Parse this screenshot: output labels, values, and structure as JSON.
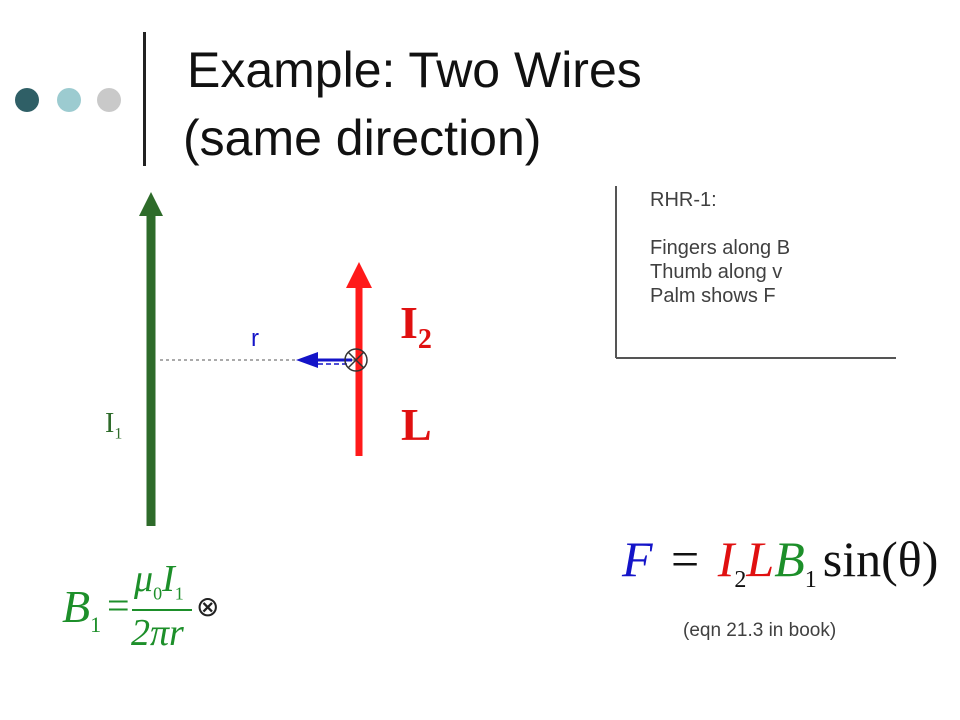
{
  "slide": {
    "title_line1": "Example: Two Wires",
    "title_line2": "(same direction)"
  },
  "labels": {
    "r": "r",
    "wire1_current": "I",
    "wire1_sub": "1",
    "wire2_current": "I",
    "wire2_sub": "2",
    "wire2_length": "L",
    "cross_symbol": "⊗"
  },
  "rhr": {
    "heading": "RHR-1:",
    "line1": "Fingers along B",
    "line2": "Thumb along v",
    "line3": "Palm shows F"
  },
  "equations": {
    "field": {
      "B": "B",
      "B_sub": "1",
      "eq": "=",
      "num_mu": "μ",
      "num_mu_sub": "0",
      "num_I": "I",
      "num_I_sub": "1",
      "den": "2πr",
      "cross": "⊗"
    },
    "force": {
      "F": "F",
      "eq": "=",
      "I": "I",
      "I_sub": "2",
      "L": "L",
      "B": "B",
      "B_sub": "1",
      "sin": "sin(θ)"
    },
    "note": "(eqn 21.3 in book)"
  },
  "colors": {
    "wire1": "#2e6b2a",
    "wire2": "#ff1a1a",
    "force_arrow": "#1414c8",
    "dot_dark": "#2f5f66",
    "dot_mid": "#9ccbd0",
    "dot_light": "#c9c9c9",
    "green_eq": "#1d8f2a",
    "blue_eq": "#1414c8",
    "red_eq": "#e01010"
  }
}
